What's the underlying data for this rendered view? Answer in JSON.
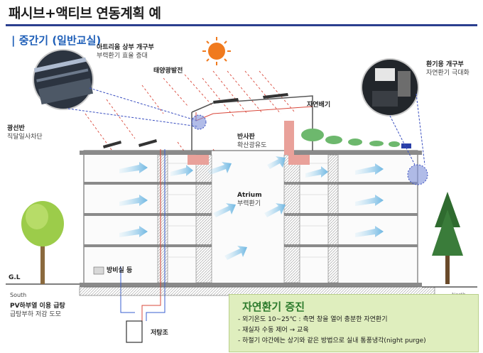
{
  "title": "패시브+액티브 연동계획 예",
  "section": "| 중간기 (일반교실)",
  "labels": {
    "atrium_opening": "아트리움 상부 개구부",
    "atrium_opening_desc": "부력환기 효율 증대",
    "solar": "태양광발전",
    "vent_opening": "환기용 개구부",
    "vent_opening_desc": "자연환기 극대화",
    "shelf": "광선반",
    "shelf_desc": "직달일사차단",
    "natural_exhaust": "자연배기",
    "reflector": "반사판",
    "reflector_desc": "확산광유도",
    "atrium": "Atrium",
    "atrium_desc": "부력환기",
    "radiator": "방비실 등",
    "gl": "G.L",
    "south": "South",
    "north": "North",
    "pv_heat": "PV하부열 이용 급탕",
    "pv_heat_desc": "급탕부하 저감 도모",
    "tank": "저탕조"
  },
  "note": {
    "title": "자연환기 증진",
    "items": [
      "외기온도 10~25℃ : 측면 창을 열어 충분한 자연환기",
      "재실자 수동 제어 → 교육",
      "하절기 야간에는 상기와 같은 방법으로 실내 통풍냉각(night purge)"
    ]
  },
  "colors": {
    "accent": "#2b3f8f",
    "section": "#1f5fb8",
    "note_bg": "#dfeebe",
    "note_title": "#2c7a2c",
    "airflow": "#9fd0ee",
    "sun_ray": "#d9483b"
  }
}
